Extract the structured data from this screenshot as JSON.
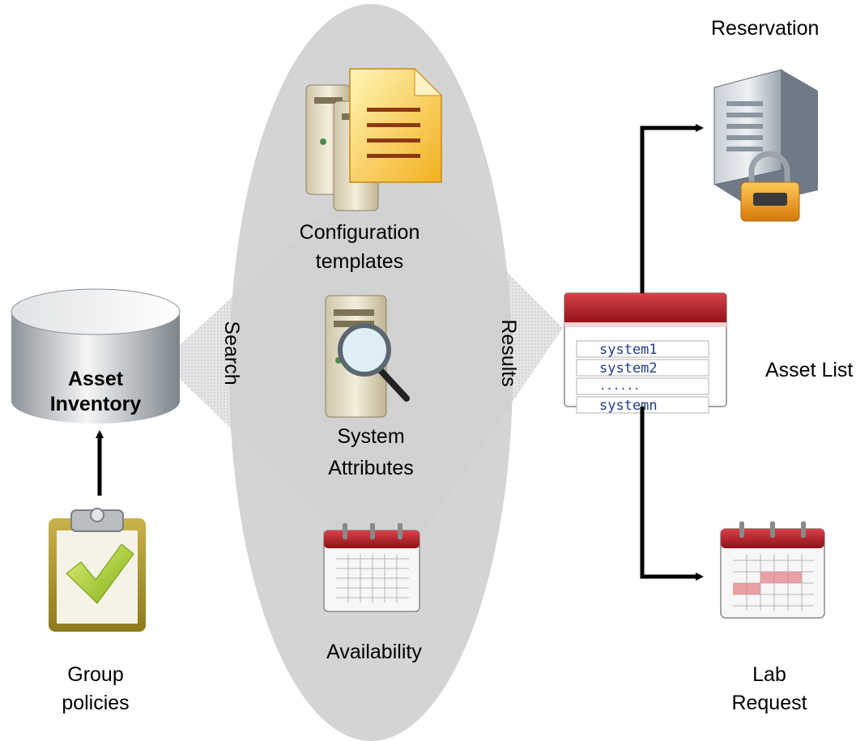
{
  "inventory": {
    "line1": "Asset",
    "line2": "Inventory"
  },
  "group_policies": {
    "line1": "Group",
    "line2": "policies"
  },
  "search_label": "Search",
  "results_label": "Results",
  "center_items": {
    "configuration": {
      "line1": "Configuration",
      "line2": "templates"
    },
    "system_attributes": {
      "line1": "System",
      "line2": "Attributes"
    },
    "availability": {
      "label": "Availability"
    }
  },
  "asset_list": {
    "label": "Asset List",
    "rows": [
      "system1",
      "system2",
      "......",
      "systemn"
    ]
  },
  "reservation": {
    "label": "Reservation"
  },
  "lab_request": {
    "line1": "Lab",
    "line2": "Request"
  }
}
